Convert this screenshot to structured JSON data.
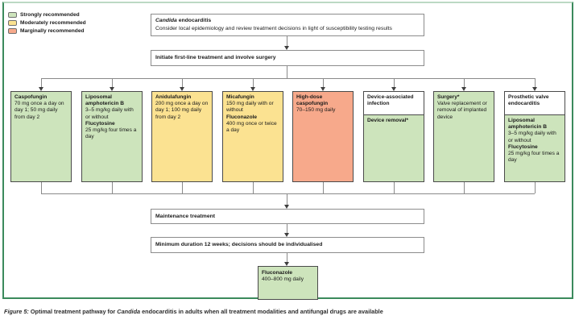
{
  "colors": {
    "panel-border": "#3b8a5c",
    "panel-border-top": "#bcd9c4",
    "green-fill": "#cde4bc",
    "yellow-fill": "#fbe291",
    "red-fill": "#f7a98b",
    "box-border-dark": "#4a4a4a",
    "box-border-gray": "#8c8c8c",
    "line": "#8a8a8a",
    "arrow": "#3f3f3f",
    "text": "#1a1a1a",
    "caption-text": "#2d2d2d"
  },
  "legend": {
    "items": [
      {
        "label": "Strongly recommended",
        "color": "#cde4bc"
      },
      {
        "label": "Moderately recommended",
        "color": "#fbe291"
      },
      {
        "label": "Marginally recommended",
        "color": "#f7a98b"
      }
    ]
  },
  "flow": {
    "top_box": {
      "title_italic": "Candida",
      "title_rest": " endocarditis",
      "subtitle": "Consider local epidemiology and review treatment decisions in light of susceptibility testing results"
    },
    "initiate_box": {
      "label": "Initiate first-line treatment and involve surgery"
    },
    "columns": [
      {
        "name": "Caspofungin",
        "fill": "green",
        "segments": [
          {
            "text": "Caspofungin",
            "bold": true
          },
          {
            "text": "70 mg once a day on day 1; 50 mg daily from day 2",
            "bold": false
          }
        ]
      },
      {
        "name": "Liposomal amphotericin B",
        "fill": "green",
        "segments": [
          {
            "text": "Liposomal amphotericin B",
            "bold": true
          },
          {
            "text": "3–5 mg/kg daily with or without",
            "bold": false
          },
          {
            "text": "Flucytosine",
            "bold": true
          },
          {
            "text": "25 mg/kg four times a day",
            "bold": false
          }
        ]
      },
      {
        "name": "Anidulafungin",
        "fill": "yellow",
        "segments": [
          {
            "text": "Anidulafungin",
            "bold": true
          },
          {
            "text": "200 mg once a day on day 1; 100 mg daily from day 2",
            "bold": false
          }
        ]
      },
      {
        "name": "Micafungin",
        "fill": "yellow",
        "segments": [
          {
            "text": "Micafungin",
            "bold": true
          },
          {
            "text": "150 mg daily with or without",
            "bold": false
          },
          {
            "text": "Fluconazole",
            "bold": true
          },
          {
            "text": "400 mg once or twice a day",
            "bold": false
          }
        ]
      },
      {
        "name": "High-dose caspofungin",
        "fill": "red",
        "segments": [
          {
            "text": "High-dose caspofungin",
            "bold": true
          },
          {
            "text": "70–150 mg daily",
            "bold": false
          }
        ]
      },
      {
        "name": "Device-associated infection",
        "fill": "split",
        "header": "Device-associated infection",
        "segments": [
          {
            "text": "Device removal*",
            "bold": true
          }
        ]
      },
      {
        "name": "Surgery",
        "fill": "green",
        "segments": [
          {
            "text": "Surgery*",
            "bold": true
          },
          {
            "text": "Valve replacement or removal of implanted device",
            "bold": false
          }
        ]
      },
      {
        "name": "Prosthetic valve endocarditis",
        "fill": "split",
        "header": "Prosthetic valve endocarditis",
        "segments": [
          {
            "text": "Liposomal amphotericin B",
            "bold": true
          },
          {
            "text": "3–5 mg/kg daily with or without",
            "bold": false
          },
          {
            "text": "Flucytosine",
            "bold": true
          },
          {
            "text": "25 mg/kg four times a day",
            "bold": false
          }
        ]
      }
    ],
    "maintenance_box": {
      "label": "Maintenance treatment"
    },
    "duration_box": {
      "label": "Minimum duration 12 weeks; decisions should be individualised"
    },
    "final_box": {
      "drug": "Fluconazole",
      "dose": "400–800 mg daily"
    }
  },
  "caption": {
    "label": "Figure 5:",
    "before_italic": " Optimal treatment pathway for ",
    "italic": "Candida",
    "after_italic": " endocarditis in adults when all treatment modalities and antifungal drugs are available"
  }
}
